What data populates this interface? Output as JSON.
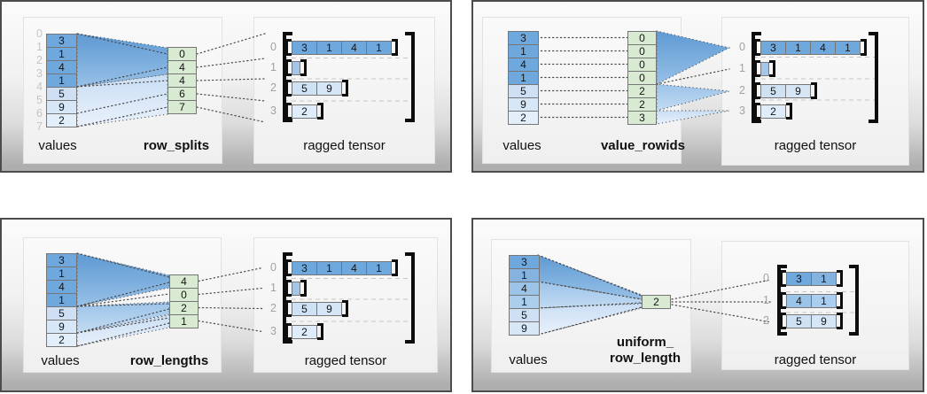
{
  "palette": {
    "dark_blue": "#6fa8dc",
    "medium_blue": "#9cc3e8",
    "light_blue": "#cfe2f3",
    "pale_blue": "#e3eefb",
    "green": "#d9ead3",
    "bracket_black": "#0d0d0d",
    "index_gray": "#c4c4c4"
  },
  "quadrants": {
    "row_splits": {
      "values_label": "values",
      "method_label": "row_splits",
      "ragged_label": "ragged tensor",
      "value_indices": {
        "cells": [
          "0",
          "1",
          "2",
          "3",
          "4",
          "5",
          "6",
          "7"
        ]
      },
      "values": {
        "cells": [
          "3",
          "1",
          "4",
          "1",
          "5",
          "9",
          "2"
        ],
        "colors": [
          "b1",
          "b1",
          "b1",
          "b1",
          "v5",
          "v6",
          "v7"
        ]
      },
      "method": {
        "cells": [
          "0",
          "4",
          "4",
          "6",
          "7"
        ],
        "colors": [
          "g",
          "g",
          "g",
          "g",
          "g"
        ]
      },
      "row_indices": [
        "0",
        "1",
        "2",
        "3"
      ],
      "rows": [
        {
          "cells": [
            "3",
            "1",
            "4",
            "1"
          ],
          "colors": [
            "b1",
            "b1",
            "b1",
            "b1"
          ]
        },
        {
          "cells": [
            ""
          ],
          "colors": [
            "emp"
          ]
        },
        {
          "cells": [
            "5",
            "9"
          ],
          "colors": [
            "b3",
            "b3h"
          ]
        },
        {
          "cells": [
            "2"
          ],
          "colors": [
            "b4r"
          ]
        }
      ]
    },
    "value_rowids": {
      "values_label": "values",
      "method_label": "value_rowids",
      "ragged_label": "ragged tensor",
      "values": {
        "cells": [
          "3",
          "1",
          "4",
          "1",
          "5",
          "9",
          "2"
        ],
        "colors": [
          "b1",
          "b1",
          "b1",
          "b1",
          "v5",
          "v6",
          "v7"
        ]
      },
      "method": {
        "cells": [
          "0",
          "0",
          "0",
          "0",
          "2",
          "2",
          "3"
        ],
        "colors": [
          "g",
          "g",
          "g",
          "g",
          "g",
          "g",
          "g"
        ]
      },
      "row_indices": [
        "0",
        "1",
        "2",
        "3"
      ],
      "rows": [
        {
          "cells": [
            "3",
            "1",
            "4",
            "1"
          ],
          "colors": [
            "b1",
            "b1",
            "b1",
            "b1"
          ]
        },
        {
          "cells": [
            ""
          ],
          "colors": [
            "emp"
          ]
        },
        {
          "cells": [
            "5",
            "9"
          ],
          "colors": [
            "b3",
            "b3h"
          ]
        },
        {
          "cells": [
            "2"
          ],
          "colors": [
            "b4r"
          ]
        }
      ]
    },
    "row_lengths": {
      "values_label": "values",
      "method_label": "row_lengths",
      "ragged_label": "ragged tensor",
      "values": {
        "cells": [
          "3",
          "1",
          "4",
          "1",
          "5",
          "9",
          "2"
        ],
        "colors": [
          "b1",
          "b1",
          "b1",
          "b1",
          "v5",
          "v6",
          "v7"
        ]
      },
      "method": {
        "cells": [
          "4",
          "0",
          "2",
          "1"
        ],
        "colors": [
          "g",
          "g",
          "g",
          "g"
        ]
      },
      "row_indices": [
        "0",
        "1",
        "2",
        "3"
      ],
      "rows": [
        {
          "cells": [
            "3",
            "1",
            "4",
            "1"
          ],
          "colors": [
            "b1",
            "b1",
            "b1",
            "b1"
          ]
        },
        {
          "cells": [
            ""
          ],
          "colors": [
            "emp"
          ]
        },
        {
          "cells": [
            "5",
            "9"
          ],
          "colors": [
            "b3",
            "b3h"
          ]
        },
        {
          "cells": [
            "2"
          ],
          "colors": [
            "b4r"
          ]
        }
      ]
    },
    "uniform_row_length": {
      "values_label": "values",
      "method_label_line1": "uniform_",
      "method_label_line2": "row_length",
      "ragged_label": "ragged tensor",
      "values": {
        "cells": [
          "3",
          "1",
          "4",
          "1",
          "5",
          "9"
        ],
        "colors": [
          "b1",
          "b1h",
          "b2",
          "b2h",
          "v5",
          "v6"
        ]
      },
      "method": {
        "cells": [
          "2"
        ],
        "colors": [
          "g"
        ]
      },
      "row_indices": [
        "0",
        "1",
        "2"
      ],
      "rows": [
        {
          "cells": [
            "3",
            "1"
          ],
          "colors": [
            "b1",
            "b1h"
          ]
        },
        {
          "cells": [
            "4",
            "1"
          ],
          "colors": [
            "b2",
            "b2h"
          ]
        },
        {
          "cells": [
            "5",
            "9"
          ],
          "colors": [
            "b3",
            "b3h"
          ]
        }
      ]
    }
  }
}
